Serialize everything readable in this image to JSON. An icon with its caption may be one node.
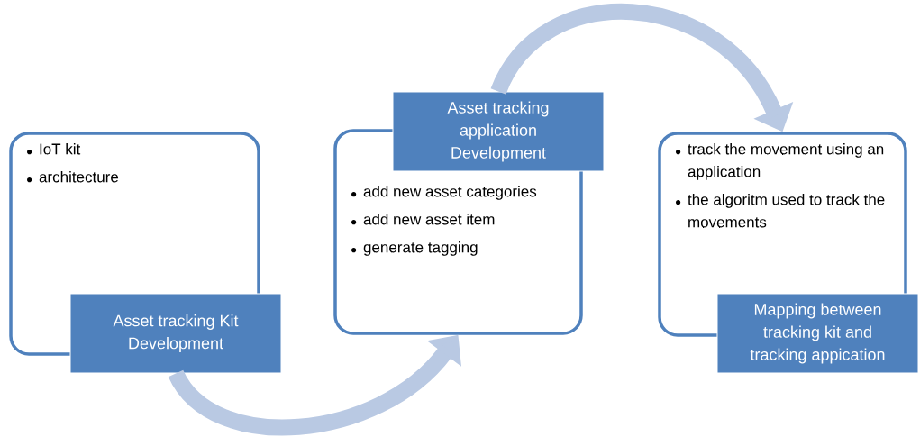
{
  "diagram": {
    "nodes": [
      {
        "text": [
          "IoT kit",
          "architecture"
        ]
      },
      {
        "text": [
          "Asset tracking Kit Development"
        ]
      },
      {
        "text": [
          "add new asset categories",
          "add new asset item",
          "generate tagging"
        ]
      },
      {
        "text": [
          "Asset tracking application Development"
        ]
      },
      {
        "text": [
          "track the movement using an application",
          "the algoritm used to track the movements"
        ]
      },
      {
        "text": [
          "Mapping between tracking kit and tracking appication"
        ]
      }
    ],
    "edges": [
      {
        "from": 1,
        "to": 2,
        "arrow": "to"
      },
      {
        "from": 3,
        "to": 4,
        "arrow": "to"
      }
    ]
  }
}
